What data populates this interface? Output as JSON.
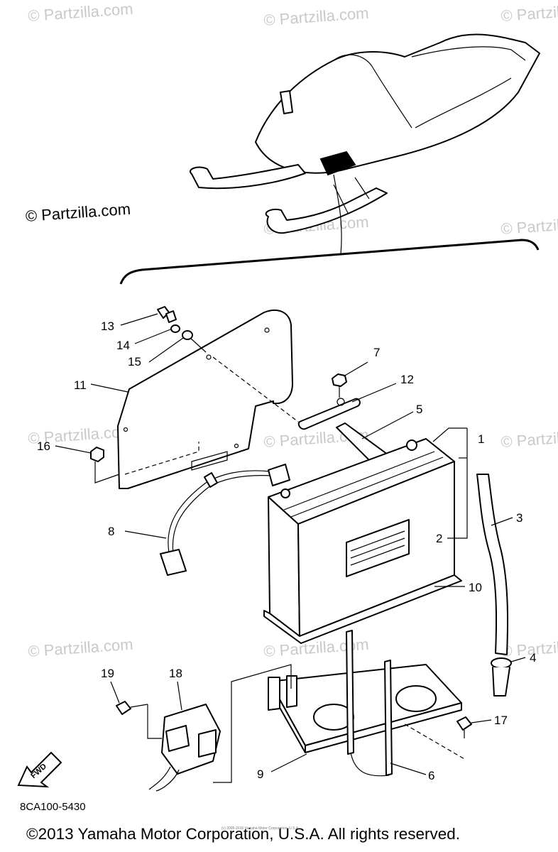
{
  "watermark": "© Partzilla.com",
  "partzilla_mark": "© Partzilla.com",
  "diagram_code": "8CA100-5430",
  "copyright": "©2013 Yamaha Motor Corporation, U.S.A. All rights reserved.",
  "tiny_credit": "(c) 2005-2016 Yamaha Motor Corporation, U.S.A.",
  "fwd_label": "FWD",
  "callouts": [
    "1",
    "2",
    "3",
    "4",
    "5",
    "6",
    "7",
    "8",
    "9",
    "10",
    "11",
    "12",
    "13",
    "14",
    "15",
    "16",
    "17",
    "18",
    "19"
  ]
}
